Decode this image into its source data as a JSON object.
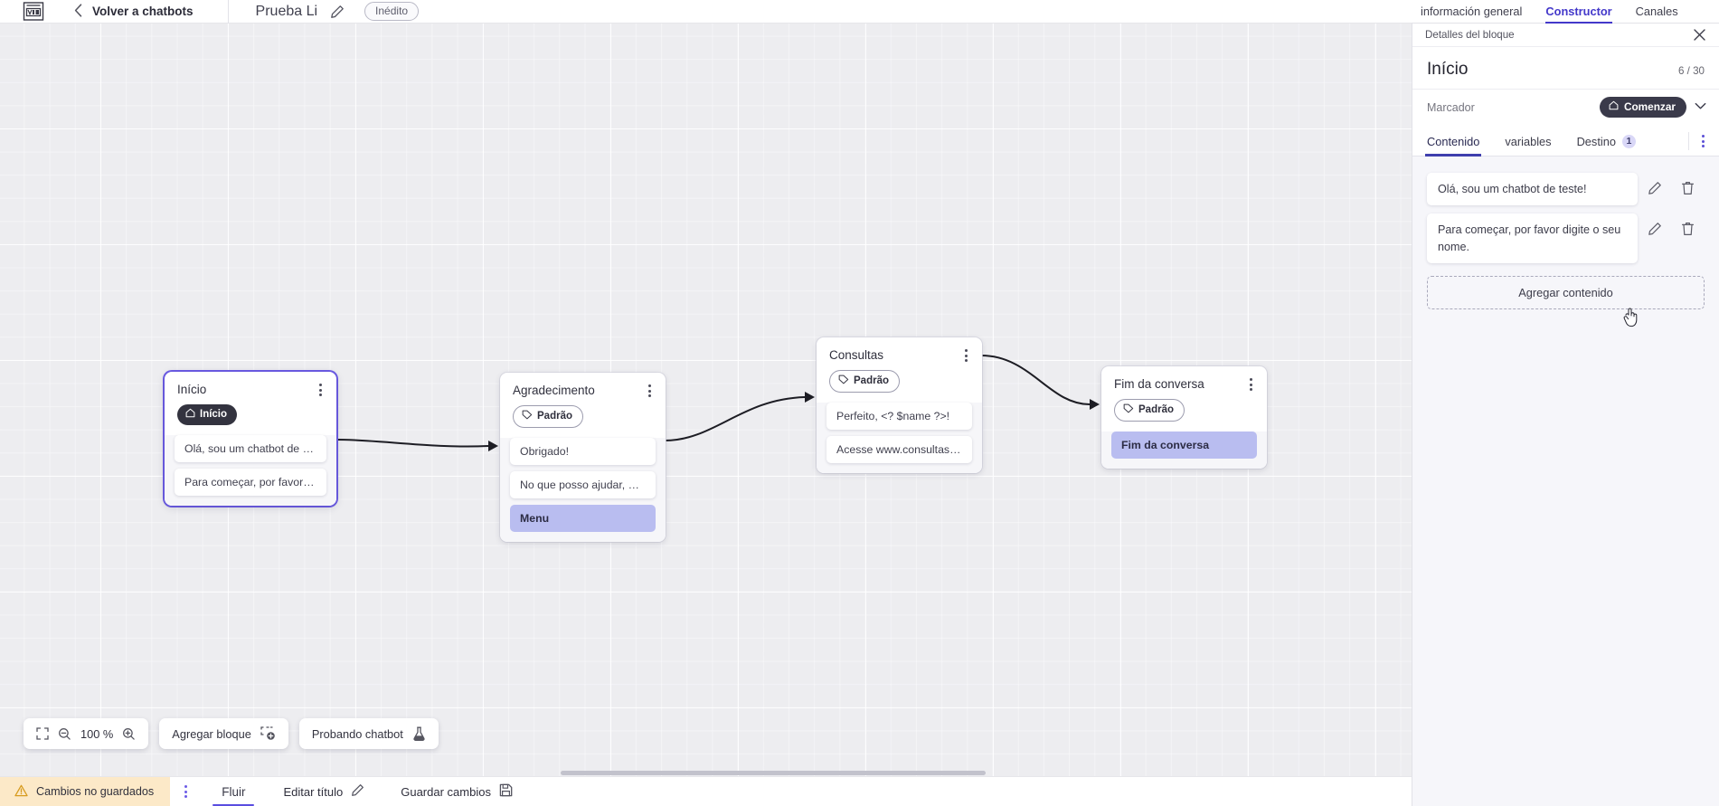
{
  "topbar": {
    "logo_icon": "brand-logo-icon",
    "back_icon": "chevron-left-icon",
    "back_label": "Volver a chatbots",
    "bot_name": "Prueba Li",
    "edit_icon": "pencil-icon",
    "status_badge": "Inédito"
  },
  "right_tabs": [
    {
      "label": "información general",
      "active": false
    },
    {
      "label": "Constructor",
      "active": true
    },
    {
      "label": "Canales",
      "active": false
    }
  ],
  "panel": {
    "header_title": "Detalles del bloque",
    "close_icon": "close-icon",
    "block_title": "Início",
    "char_count": "6 / 30",
    "marker_label": "Marcador",
    "marker_pill": "Comenzar",
    "marker_pill_icon": "home-icon",
    "marker_chevron_icon": "chevron-down-icon",
    "tabs": [
      {
        "label": "Contenido",
        "active": true,
        "count": ""
      },
      {
        "label": "variables",
        "active": false,
        "count": ""
      },
      {
        "label": "Destino",
        "active": false,
        "count": "1"
      }
    ],
    "tabs_kebab_icon": "more-vertical-icon",
    "contents": [
      {
        "text": "Olá, sou um chatbot de teste!",
        "edit_icon": "pencil-icon",
        "delete_icon": "trash-icon"
      },
      {
        "text": "Para começar, por favor digite o seu nome.",
        "edit_icon": "pencil-icon",
        "delete_icon": "trash-icon"
      }
    ],
    "add_content_label": "Agregar contenido"
  },
  "canvas": {
    "nodes": [
      {
        "title": "Início",
        "selected": true,
        "chip": {
          "label": "Início",
          "style": "dark",
          "icon": "home-icon"
        },
        "messages": [
          {
            "text": "Olá, sou um chatbot de teste!",
            "style": "plain"
          },
          {
            "text": "Para começar, por favor digite o ...",
            "style": "plain"
          }
        ],
        "kebab_icon": "more-vertical-icon"
      },
      {
        "title": "Agradecimento",
        "selected": false,
        "chip": {
          "label": "Padrão",
          "style": "outline",
          "icon": "tag-icon"
        },
        "messages": [
          {
            "text": "Obrigado!",
            "style": "plain"
          },
          {
            "text": "No que posso ajudar, <? $name ...",
            "style": "plain"
          },
          {
            "text": "Menu",
            "style": "blue"
          }
        ],
        "kebab_icon": "more-vertical-icon"
      },
      {
        "title": "Consultas",
        "selected": false,
        "chip": {
          "label": "Padrão",
          "style": "outline",
          "icon": "tag-icon"
        },
        "messages": [
          {
            "text": "Perfeito, <? $name ?>!",
            "style": "plain"
          },
          {
            "text": "Acesse www.consultas.com par...",
            "style": "plain"
          }
        ],
        "kebab_icon": "more-vertical-icon"
      },
      {
        "title": "Fim da conversa",
        "selected": false,
        "chip": {
          "label": "Padrão",
          "style": "outline",
          "icon": "tag-icon"
        },
        "messages": [
          {
            "text": "Fim da conversa",
            "style": "blue"
          }
        ],
        "kebab_icon": "more-vertical-icon"
      }
    ],
    "toolbar": {
      "fit_icon": "fit-screen-icon",
      "zoom_out_icon": "zoom-out-icon",
      "zoom_level": "100 %",
      "zoom_in_icon": "zoom-in-icon",
      "add_block_label": "Agregar bloque",
      "add_block_icon": "add-block-icon",
      "test_bot_label": "Probando chatbot",
      "test_bot_icon": "flask-icon"
    }
  },
  "statusbar": {
    "unsaved_label": "Cambios no guardados",
    "unsaved_icon": "warning-icon",
    "kebab_icon": "more-vertical-icon",
    "flow_tab": "Fluir",
    "edit_title_label": "Editar título",
    "edit_title_icon": "pencil-icon",
    "save_label": "Guardar cambios",
    "save_icon": "save-icon"
  },
  "colors": {
    "accent": "#4338ca",
    "chip_dark": "#33333f",
    "msg_blue": "#b9bdf0",
    "unsaved_bg": "#fce9c8",
    "selected_border": "#6c5ce7"
  }
}
